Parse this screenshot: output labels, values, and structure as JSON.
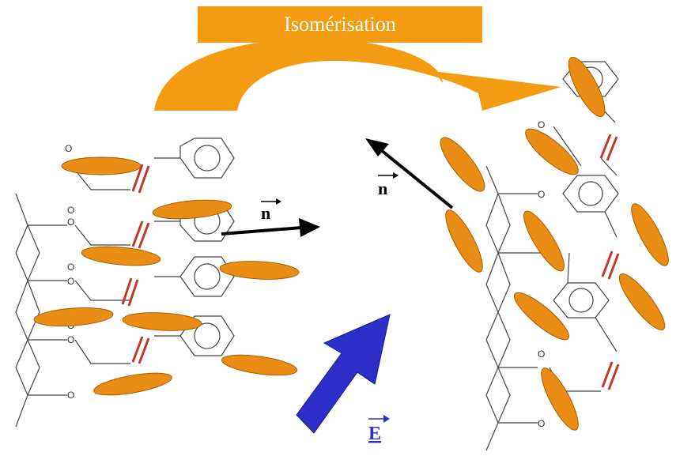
{
  "banner": {
    "label": "Isomérisation"
  },
  "labels": {
    "director_left": "n",
    "director_right": "n",
    "field": "E",
    "oxygen": "O"
  },
  "colors": {
    "banner": "#f39c12",
    "mesogen": "#ea8d15",
    "double_bond": "#c0392b",
    "field_arrow": "#2e2ec8",
    "director_arrow": "#000000",
    "bond": "#444444"
  }
}
